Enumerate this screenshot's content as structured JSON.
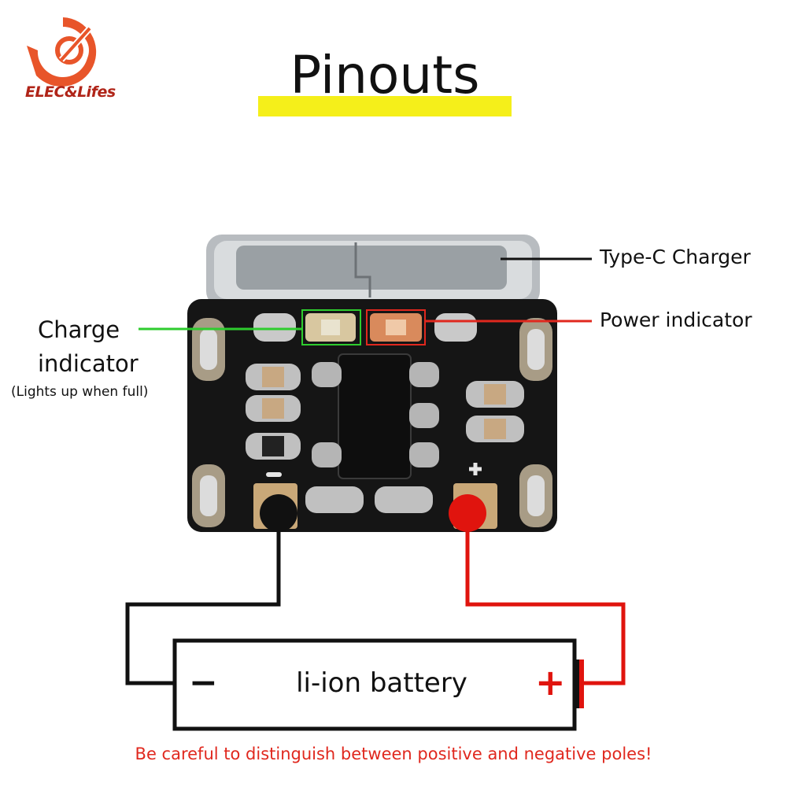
{
  "logo": {
    "text": "ELEC&Lifes",
    "color": "#e8552a"
  },
  "title": "Pinouts",
  "labels": {
    "type_c": "Type-C Charger",
    "power_indicator": "Power indicator",
    "charge_indicator_line1": "Charge",
    "charge_indicator_line2": "indicator",
    "charge_note": "(Lights up when full)"
  },
  "battery": {
    "label": "li-ion battery",
    "negative": "−",
    "positive": "+"
  },
  "warning": "Be careful to distinguish between positive and negative poles!",
  "colors": {
    "title_highlight": "#f5ef1a",
    "charge_led": "#2ecc2e",
    "power_led": "#e0281e",
    "positive_wire": "#e0140e",
    "negative_wire": "#111111",
    "warning": "#e0281e"
  },
  "icons": {
    "logo": "elec-lifes-logo-icon",
    "board": "charger-board",
    "positive_pad": "positive-terminal-dot",
    "negative_pad": "negative-terminal-dot"
  }
}
